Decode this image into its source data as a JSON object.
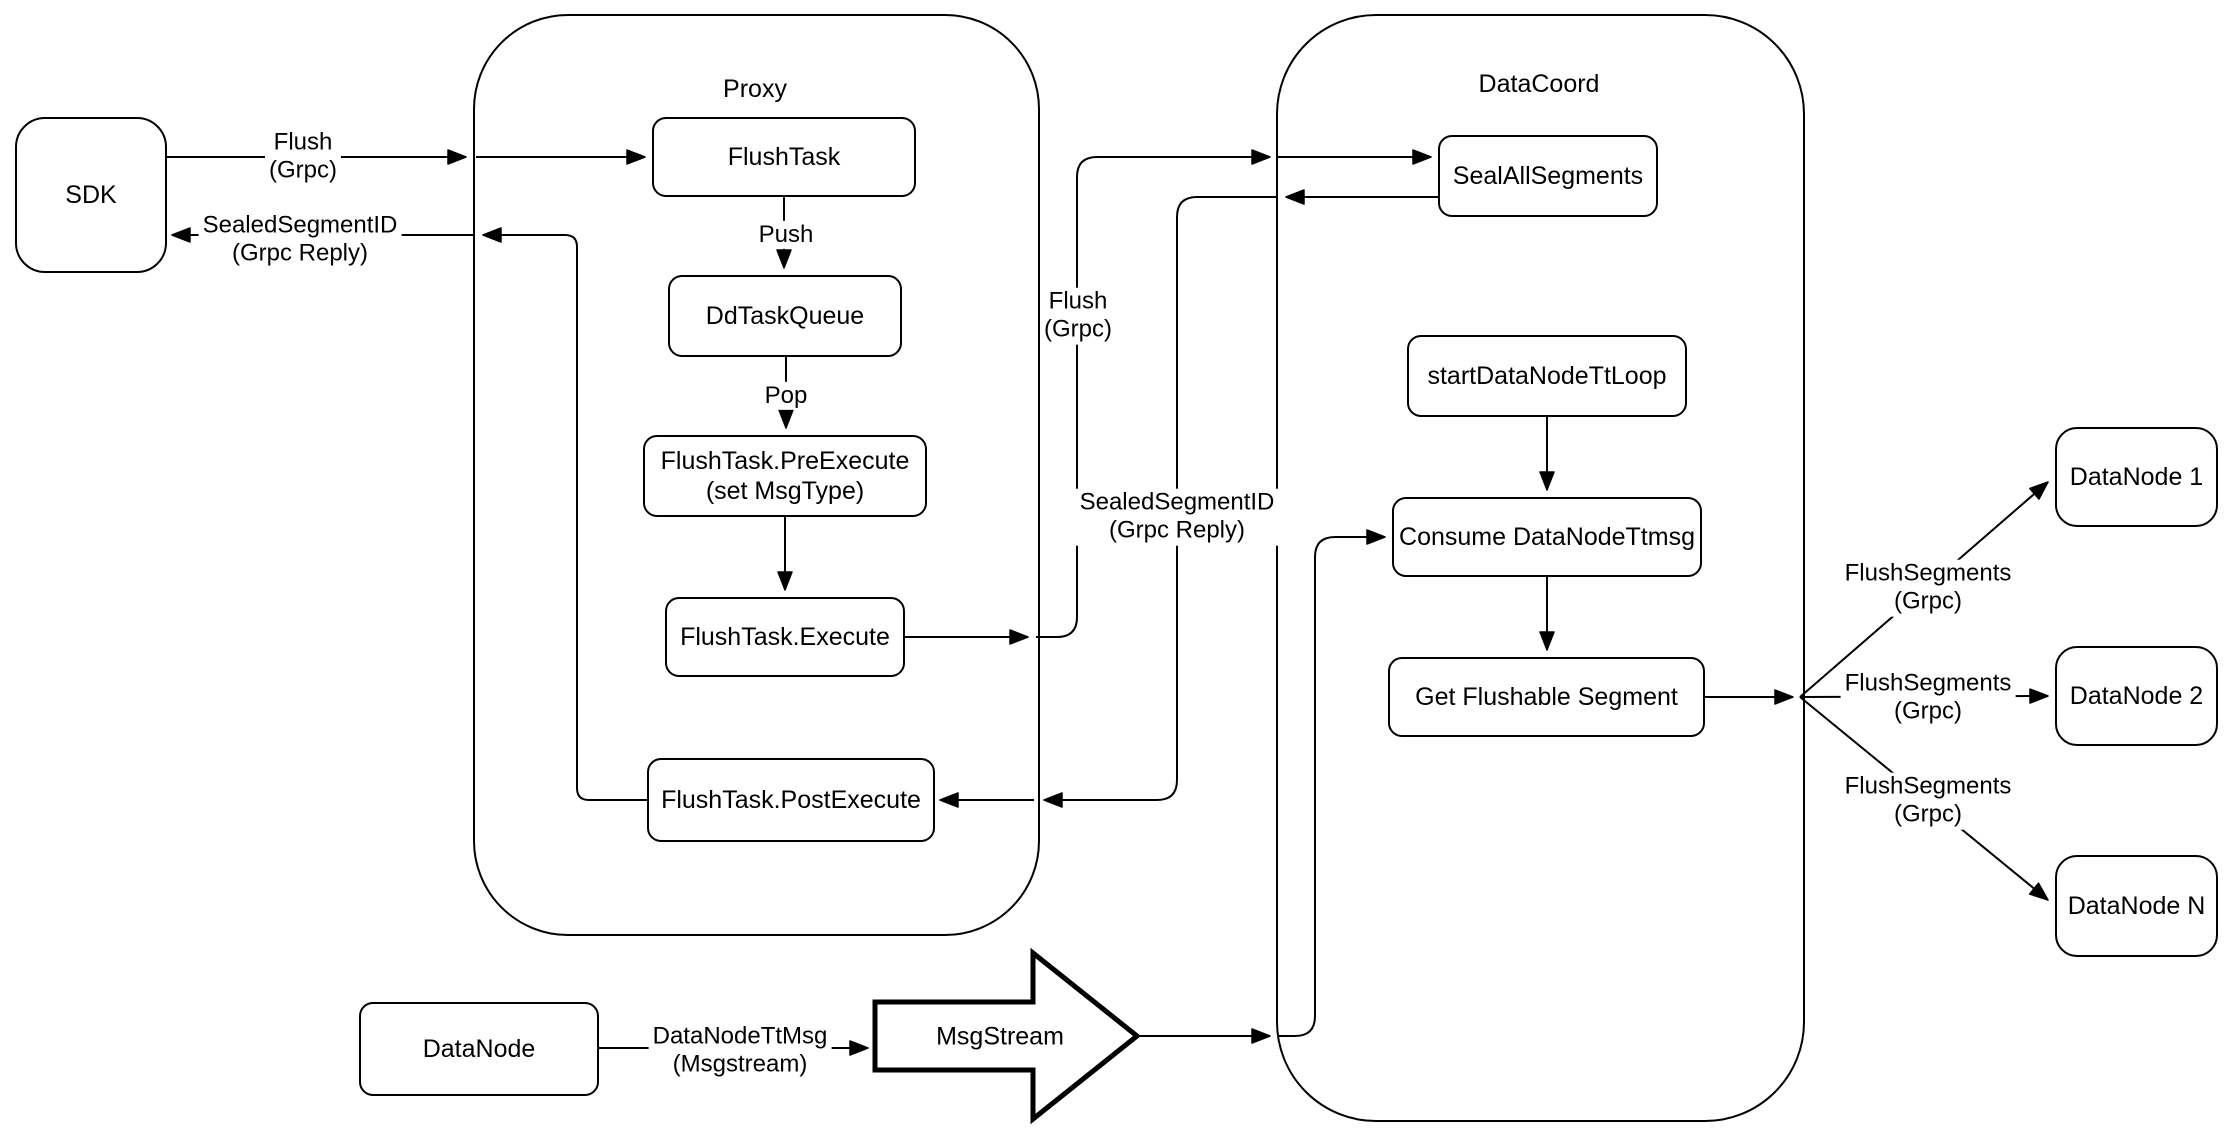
{
  "containers": {
    "proxy": {
      "title": "Proxy"
    },
    "datacoord": {
      "title": "DataCoord"
    }
  },
  "nodes": {
    "sdk": {
      "label": "SDK"
    },
    "flush_task": {
      "label": "FlushTask"
    },
    "dd_task_queue": {
      "label": "DdTaskQueue"
    },
    "pre_execute": {
      "label": "FlushTask.PreExecute",
      "sublabel": "(set MsgType)"
    },
    "execute": {
      "label": "FlushTask.Execute"
    },
    "post_execute": {
      "label": "FlushTask.PostExecute"
    },
    "seal_all_segments": {
      "label": "SealAllSegments"
    },
    "start_tt_loop": {
      "label": "startDataNodeTtLoop"
    },
    "consume_ttmsg": {
      "label": "Consume DataNodeTtmsg"
    },
    "get_flushable": {
      "label": "Get Flushable Segment"
    },
    "datanode_1": {
      "label": "DataNode 1"
    },
    "datanode_2": {
      "label": "DataNode 2"
    },
    "datanode_n": {
      "label": "DataNode N"
    },
    "datanode_source": {
      "label": "DataNode"
    },
    "msgstream": {
      "label": "MsgStream"
    }
  },
  "edge_labels": {
    "flush_sdk_proxy": {
      "line1": "Flush",
      "line2": "(Grpc)"
    },
    "reply_proxy_sdk": {
      "line1": "SealedSegmentID",
      "line2": "(Grpc Reply)"
    },
    "push": {
      "line1": "Push"
    },
    "pop": {
      "line1": "Pop"
    },
    "flush_proxy_coord": {
      "line1": "Flush",
      "line2": "(Grpc)"
    },
    "reply_coord_proxy": {
      "line1": "SealedSegmentID",
      "line2": "(Grpc Reply)"
    },
    "flush_segments_1": {
      "line1": "FlushSegments",
      "line2": "(Grpc)"
    },
    "flush_segments_2": {
      "line1": "FlushSegments",
      "line2": "(Grpc)"
    },
    "flush_segments_3": {
      "line1": "FlushSegments",
      "line2": "(Grpc)"
    },
    "datanode_ttmsg": {
      "line1": "DataNodeTtMsg",
      "line2": "(Msgstream)"
    }
  },
  "colors": {
    "stroke": "#000000",
    "fill": "#ffffff",
    "background": "#ffffff"
  }
}
